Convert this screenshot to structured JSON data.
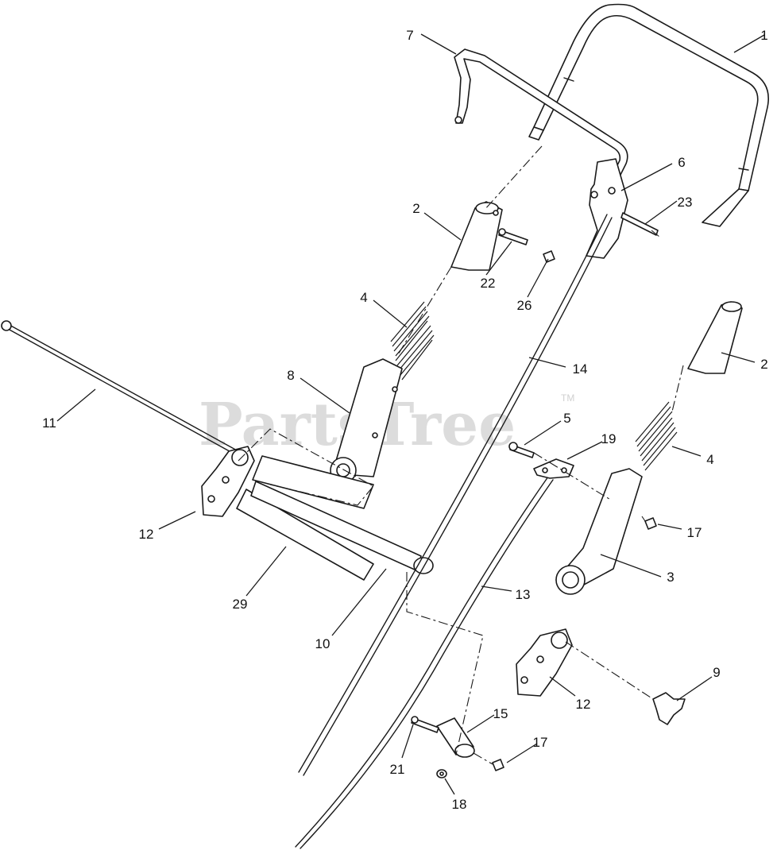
{
  "watermark": {
    "brand": "PartsTree",
    "trademark": "TM"
  },
  "callouts": [
    {
      "id": "c1",
      "label": "1"
    },
    {
      "id": "c2a",
      "label": "2"
    },
    {
      "id": "c2b",
      "label": "2"
    },
    {
      "id": "c3",
      "label": "3"
    },
    {
      "id": "c4a",
      "label": "4"
    },
    {
      "id": "c4b",
      "label": "4"
    },
    {
      "id": "c5",
      "label": "5"
    },
    {
      "id": "c6",
      "label": "6"
    },
    {
      "id": "c7",
      "label": "7"
    },
    {
      "id": "c8",
      "label": "8"
    },
    {
      "id": "c9",
      "label": "9"
    },
    {
      "id": "c10",
      "label": "10"
    },
    {
      "id": "c11",
      "label": "11"
    },
    {
      "id": "c12a",
      "label": "12"
    },
    {
      "id": "c12b",
      "label": "12"
    },
    {
      "id": "c13",
      "label": "13"
    },
    {
      "id": "c14",
      "label": "14"
    },
    {
      "id": "c15",
      "label": "15"
    },
    {
      "id": "c17a",
      "label": "17"
    },
    {
      "id": "c17b",
      "label": "17"
    },
    {
      "id": "c18",
      "label": "18"
    },
    {
      "id": "c19",
      "label": "19"
    },
    {
      "id": "c21",
      "label": "21"
    },
    {
      "id": "c22",
      "label": "22"
    },
    {
      "id": "c23",
      "label": "23"
    },
    {
      "id": "c26",
      "label": "26"
    },
    {
      "id": "c29",
      "label": "29"
    }
  ]
}
